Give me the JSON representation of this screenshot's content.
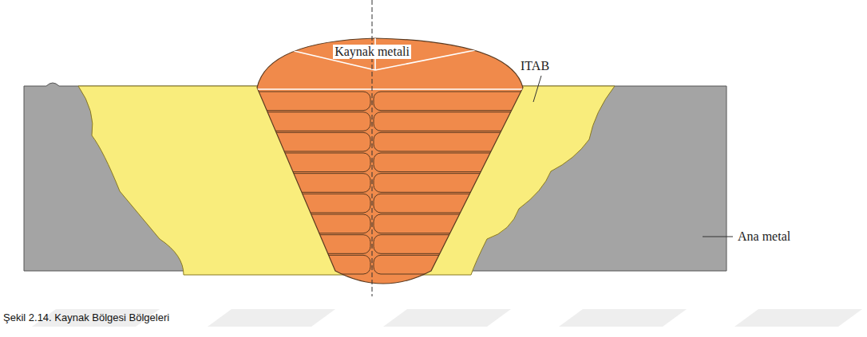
{
  "diagram": {
    "caption": "Şekil 2.14. Kaynak Bölgesi Bölgeleri",
    "labels": [
      "Kaynak metali",
      "ITAB",
      "Ana metal"
    ]
  }
}
